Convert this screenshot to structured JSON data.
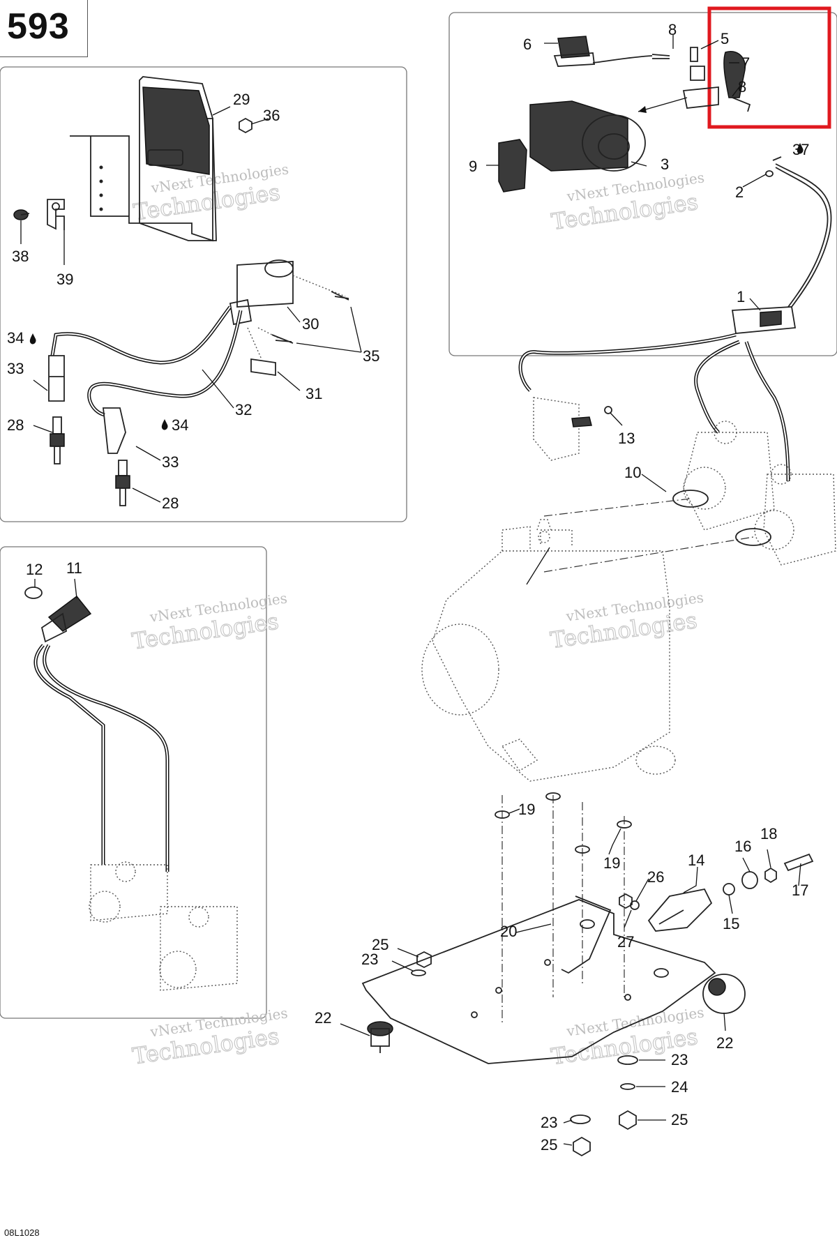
{
  "page": {
    "number": "593",
    "footer_code": "08L1028"
  },
  "watermark": {
    "line1": "vNext Technologies",
    "line2": "Technologies"
  },
  "highlight": {
    "color": "#e0191f"
  },
  "callouts": {
    "c1": "1",
    "c2": "2",
    "c3": "3",
    "c5": "5",
    "c6": "6",
    "c7": "7",
    "c8a": "8",
    "c8b": "8",
    "c9": "9",
    "c10": "10",
    "c11": "11",
    "c12": "12",
    "c13": "13",
    "c14": "14",
    "c15": "15",
    "c16": "16",
    "c17": "17",
    "c18": "18",
    "c19a": "19",
    "c19b": "19",
    "c20": "20",
    "c22a": "22",
    "c22b": "22",
    "c23a": "23",
    "c23b": "23",
    "c23c": "23",
    "c24": "24",
    "c25a": "25",
    "c25b": "25",
    "c25c": "25",
    "c26": "26",
    "c27": "27",
    "c28a": "28",
    "c28b": "28",
    "c29": "29",
    "c30": "30",
    "c31": "31",
    "c32": "32",
    "c33a": "33",
    "c33b": "33",
    "c34a": "34",
    "c34b": "34",
    "c35": "35",
    "c36": "36",
    "c37": "37",
    "c38": "38",
    "c39": "39"
  }
}
